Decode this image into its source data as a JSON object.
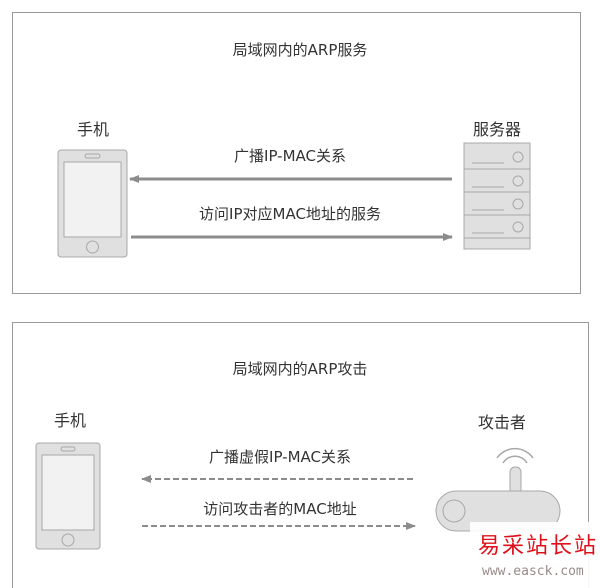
{
  "panel_service": {
    "title": "局域网内的ARP服务",
    "phone_label": "手机",
    "server_label": "服务器",
    "arrow_broadcast_label": "广播IP-MAC关系",
    "arrow_access_label": "访问IP对应MAC地址的服务"
  },
  "panel_attack": {
    "title": "局域网内的ARP攻击",
    "phone_label": "手机",
    "attacker_label": "攻击者",
    "arrow_broadcast_label": "广播虚假IP-MAC关系",
    "arrow_access_label": "访问攻击者的MAC地址"
  },
  "watermark": {
    "name": "易采站长站",
    "url": "www.easck.com"
  },
  "colors": {
    "border": "#999999",
    "device_fill": "#e0e0e0",
    "device_stroke": "#a8a8a8",
    "arrow": "#8c8c8c",
    "watermark_red": "#e0101a"
  }
}
